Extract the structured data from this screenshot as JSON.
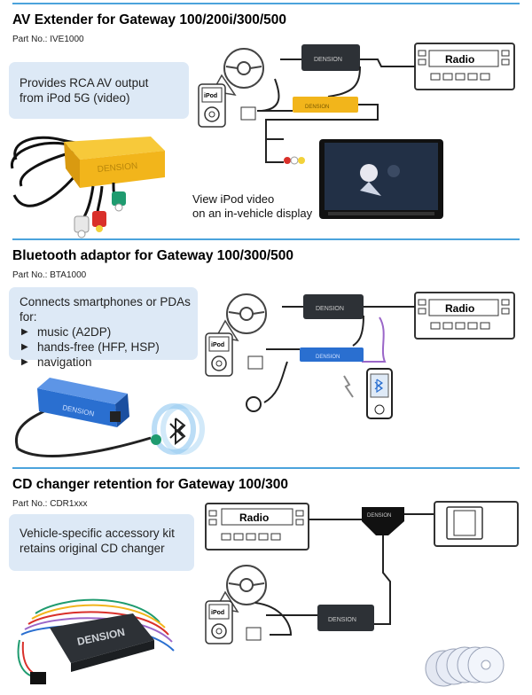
{
  "section1": {
    "heading": "AV Extender for Gateway 100/200i/300/500",
    "part_no": "Part No.: IVE1000",
    "info_line1": "Provides RCA AV output",
    "info_line2": "from iPod 5G (video)",
    "device_brand": "DENSION",
    "radio_label": "Radio",
    "ipod_label": "iPod",
    "caption_line1": "View iPod video",
    "caption_line2": "on an in-vehicle display"
  },
  "section2": {
    "heading": "Bluetooth adaptor for Gateway 100/300/500",
    "part_no": "Part No.: BTA1000",
    "intro": "Connects smartphones or PDAs for:",
    "bullets": [
      "music (A2DP)",
      "hands-free (HFP, HSP)",
      "navigation"
    ],
    "device_brand": "DENSION",
    "radio_label": "Radio",
    "ipod_label": "iPod"
  },
  "section3": {
    "heading": "CD changer retention for Gateway 100/300",
    "part_no": "Part No.: CDR1xxx",
    "info_line1": "Vehicle-specific accessory kit",
    "info_line2": "retains original CD changer",
    "device_brand": "DENSION",
    "radio_label": "Radio",
    "ipod_label": "iPod"
  },
  "colors": {
    "accent_blue": "#4ba3dc",
    "box_fill": "#dde9f6",
    "av_yellow": "#f2b51b",
    "bt_blue": "#2a6fd0",
    "module_dark": "#2d3136"
  },
  "icons": [
    "steering-wheel-icon",
    "ipod-icon",
    "radio-unit-icon",
    "gateway-module-icon",
    "monitor-icon",
    "phone-icon",
    "bluetooth-icon",
    "microphone-icon",
    "cd-changer-icon",
    "cd-discs-icon"
  ]
}
